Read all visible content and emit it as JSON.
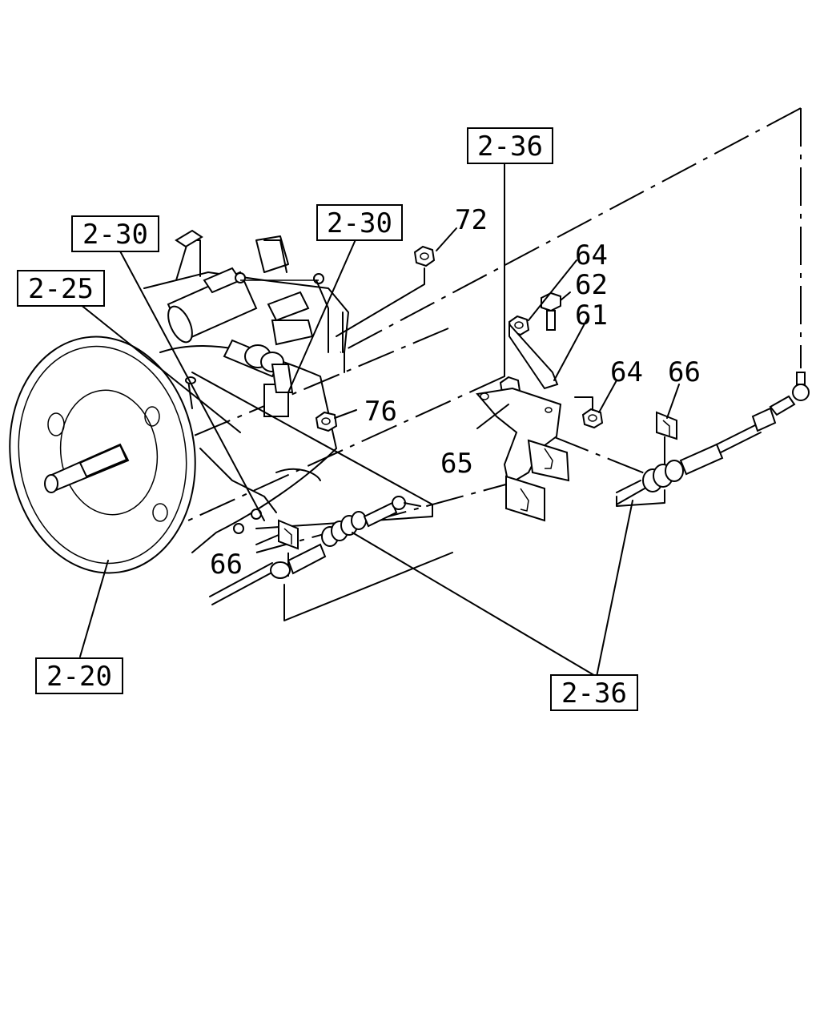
{
  "references": {
    "ref_2_36_top": "2-36",
    "ref_2_30_left": "2-30",
    "ref_2_30_mid": "2-30",
    "ref_2_25": "2-25",
    "ref_2_20": "2-20",
    "ref_2_36_bottom": "2-36"
  },
  "part_numbers": {
    "p72": "72",
    "p64_top": "64",
    "p62": "62",
    "p61": "61",
    "p64_right": "64",
    "p66_right": "66",
    "p76": "76",
    "p65": "65",
    "p66_left": "66"
  }
}
